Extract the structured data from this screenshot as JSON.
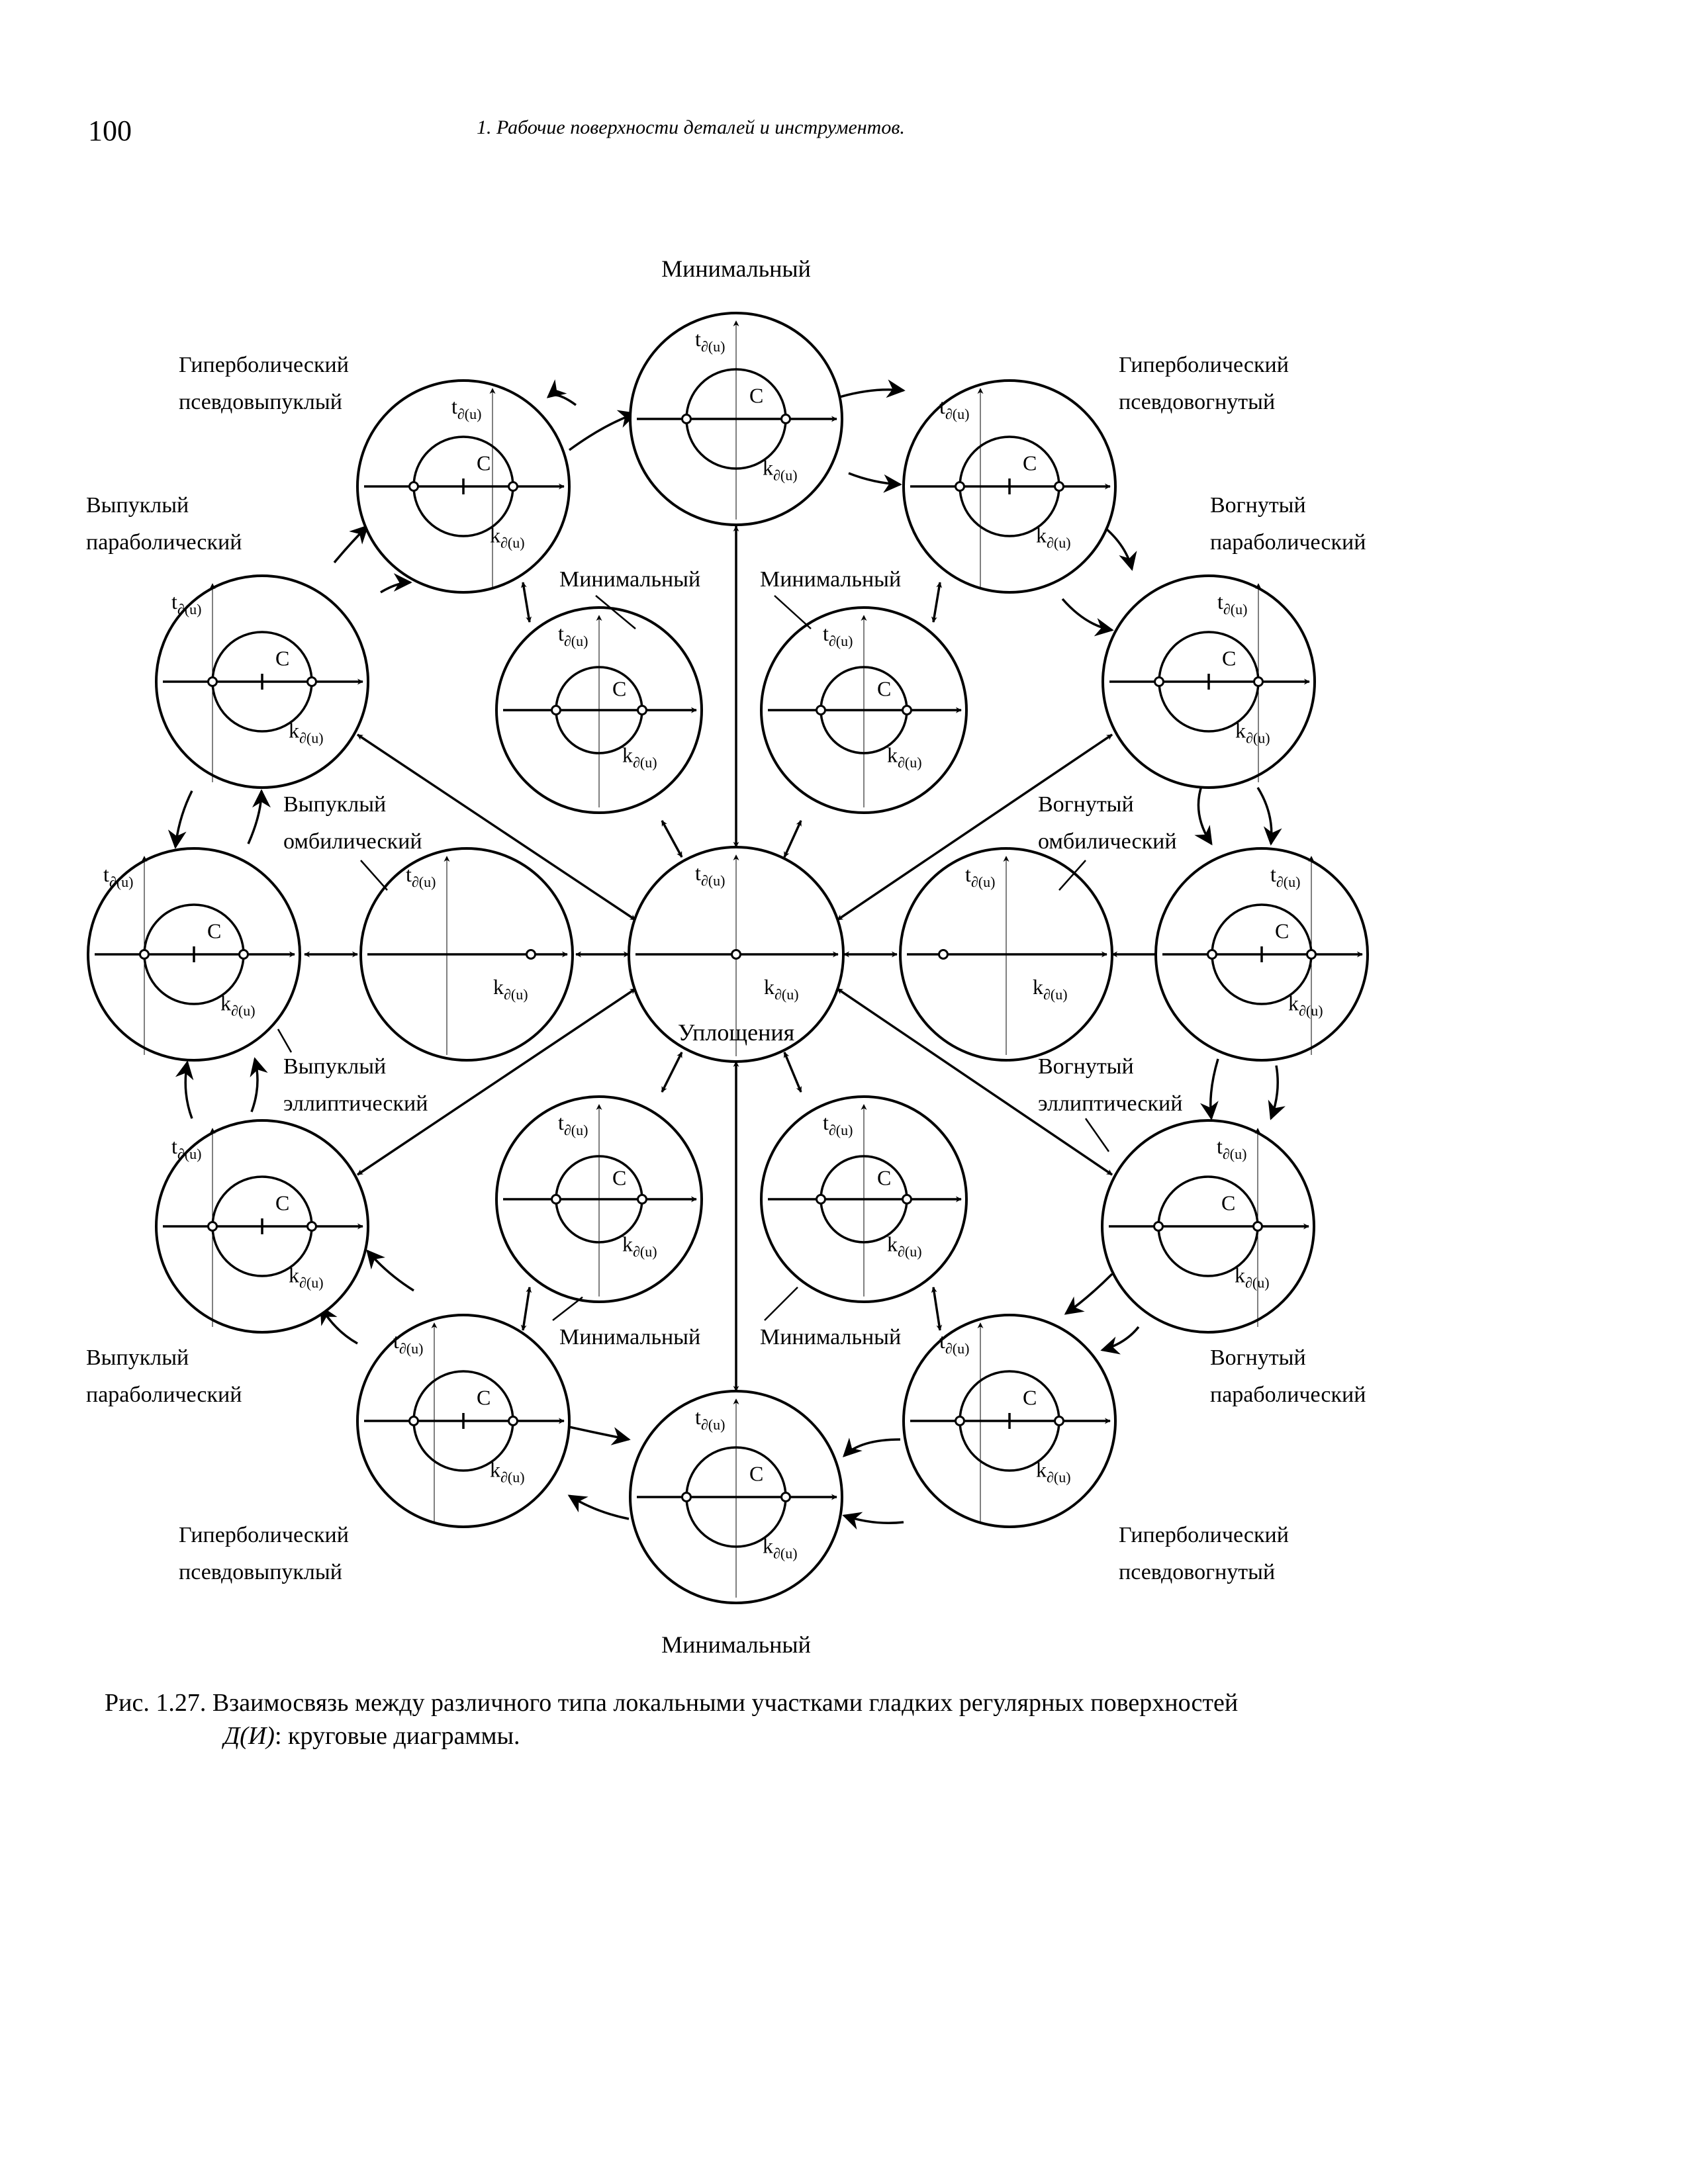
{
  "header": {
    "page_number": "100",
    "running_head": "1. Рабочие поверхности деталей и инструментов."
  },
  "axis_labels": {
    "t_main": "t",
    "k_main": "k",
    "sub": "∂(u)",
    "center": "C"
  },
  "labels": {
    "minimal": "Минимальный",
    "hyperbolic_pseudoconvex_1": "Гиперболический",
    "hyperbolic_pseudoconvex_2": "псевдовыпуклый",
    "hyperbolic_pseudoconcave_1": "Гиперболический",
    "hyperbolic_pseudoconcave_2": "псевдовогнутый",
    "convex_parabolic_1": "Выпуклый",
    "convex_parabolic_2": "параболический",
    "concave_parabolic_1": "Вогнутый",
    "concave_parabolic_2": "параболический",
    "convex_umbilic_1": "Выпуклый",
    "convex_umbilic_2": "омбилический",
    "concave_umbilic_1": "Вогнутый",
    "concave_umbilic_2": "омбилический",
    "convex_elliptic_1": "Выпуклый",
    "convex_elliptic_2": "эллиптический",
    "concave_elliptic_1": "Вогнутый",
    "concave_elliptic_2": "эллиптический",
    "flattening": "Уплощения"
  },
  "caption": {
    "line1": "Рис. 1.27. Взаимосвязь между различного типа локальными участками гладких регулярных поверхностей",
    "symbol": "Д(И)",
    "line2_rest": ": круговые диаграммы."
  }
}
